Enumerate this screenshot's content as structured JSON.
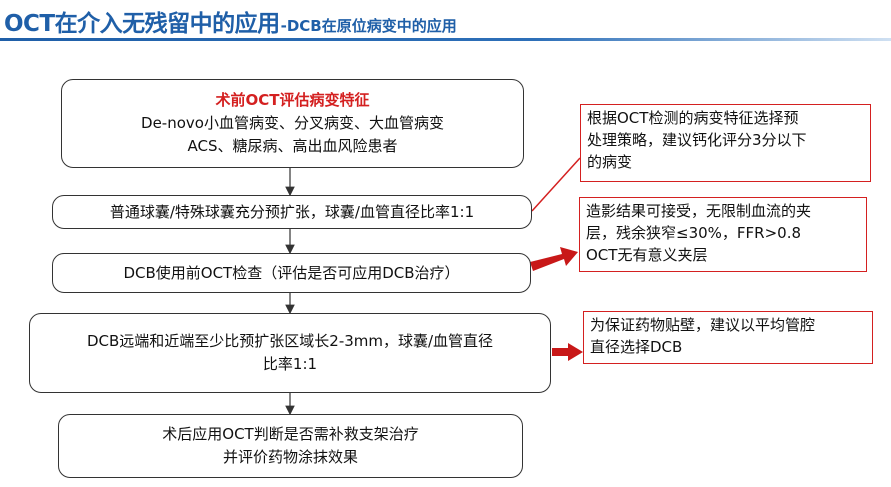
{
  "header": {
    "title_main": "OCT在介入无残留中的应用",
    "title_sub": "-DCB在原位病变中的应用"
  },
  "flow": {
    "step1": {
      "heading": "术前OCT评估病变特征",
      "line1": "De-novo小血管病变、分叉病变、大血管病变",
      "line2": "ACS、糖尿病、高出血风险患者"
    },
    "step2": {
      "text": "普通球囊/特殊球囊充分预扩张，球囊/血管直径比率1:1"
    },
    "step3": {
      "text": "DCB使用前OCT检查（评估是否可应用DCB治疗）"
    },
    "step4": {
      "line1": "DCB远端和近端至少比预扩张区域长2-3mm，球囊/血管直径",
      "line2": "比率1:1"
    },
    "step5": {
      "line1": "术后应用OCT判断是否需补救支架治疗",
      "line2": "并评价药物涂抹效果"
    }
  },
  "notes": {
    "note1": {
      "line1": "根据OCT检测的病变特征选择预",
      "line2": "处理策略，建议钙化评分3分以下",
      "line3": "的病变"
    },
    "note2": {
      "line1": "造影结果可接受，无限制血流的夹",
      "line2": "层，残余狭窄≤30%，FFR>0.8",
      "line3": "OCT无有意义夹层"
    },
    "note3": {
      "line1": "为保证药物贴壁，建议以平均管腔",
      "line2": "直径选择DCB"
    }
  },
  "colors": {
    "title": "#1f5fa8",
    "highlight": "#d42020",
    "connector": "#333333"
  }
}
